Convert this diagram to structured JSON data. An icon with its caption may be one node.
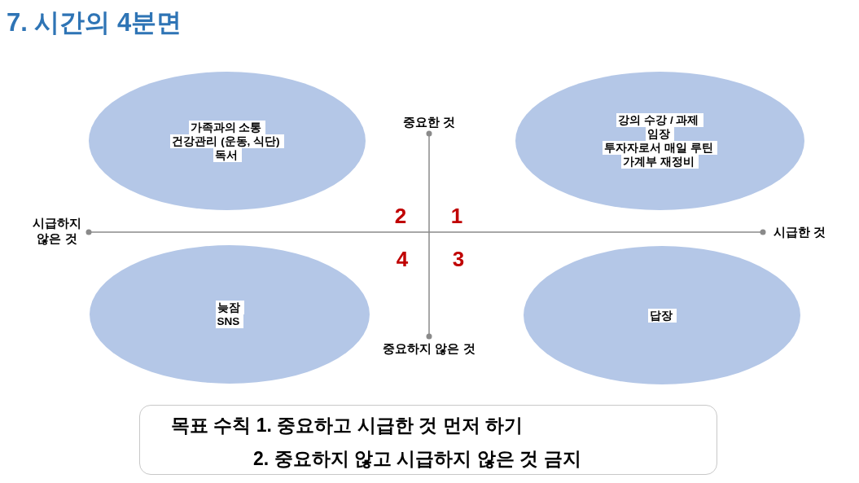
{
  "diagram": {
    "title": "7. 시간의 4분면",
    "nodes": [
      {
        "text": [
          "가족과의 소통",
          "건강관리 (운동, 식단)",
          "독서"
        ]
      },
      {
        "text": [
          "강의 수강 / 과제",
          "임장",
          "투자자로서 매일 루틴",
          "가계부 재정비"
        ]
      },
      {
        "text": [
          "늦잠",
          "SNS"
        ]
      },
      {
        "text": [
          "답장"
        ]
      },
      {
        "text": [
          "목표 수칙 1. 중요하고 시급한 것 먼저 하기",
          "2. 중요하지 않고 시급하지 않은 것 금지"
        ]
      }
    ],
    "labels": [
      "중요한 것",
      "시급하지 않은 것",
      "2",
      "1",
      "시급한 것",
      "4",
      "3",
      "중요하지 않은 것"
    ]
  }
}
